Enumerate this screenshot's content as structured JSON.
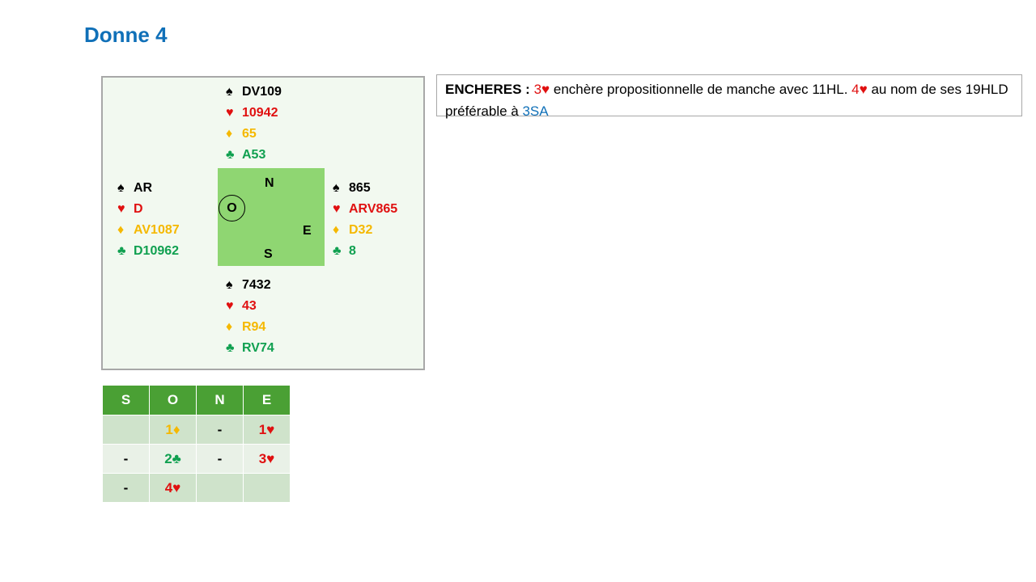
{
  "title": "Donne 4",
  "hands": {
    "north": {
      "spades": "DV109",
      "hearts": "10942",
      "diamonds": "65",
      "clubs": "A53"
    },
    "west": {
      "spades": "AR",
      "hearts": "D",
      "diamonds": "AV1087",
      "clubs": "D10962"
    },
    "east": {
      "spades": "865",
      "hearts": "ARV865",
      "diamonds": "D32",
      "clubs": "8"
    },
    "south": {
      "spades": "7432",
      "hearts": "43",
      "diamonds": "R94",
      "clubs": "RV74"
    }
  },
  "compass": {
    "n": "N",
    "e": "E",
    "s": "S",
    "o": "O",
    "dealer": "O"
  },
  "suit_icons": {
    "spades": "♠",
    "hearts": "♥",
    "diamonds": "♦",
    "clubs": "♣"
  },
  "colors": {
    "spades": "#000000",
    "hearts": "#e01010",
    "diamonds": "#f5b800",
    "clubs": "#10a050",
    "title": "#1070b8",
    "header": "#4aa034"
  },
  "comment": {
    "label": "ENCHERES :",
    "bid1": "3♥",
    "text1": "enchère propositionnelle de manche avec 11HL.",
    "bid2": "4♥",
    "text2": "au nom de ses 19HLD préférable à",
    "bid3": "3SA"
  },
  "bidding": {
    "headers": [
      "S",
      "O",
      "N",
      "E"
    ],
    "rows": [
      [
        "",
        "1♦",
        "-",
        "1♥"
      ],
      [
        "-",
        "2♣",
        "-",
        "3♥"
      ],
      [
        "-",
        "4♥",
        "",
        ""
      ]
    ]
  }
}
